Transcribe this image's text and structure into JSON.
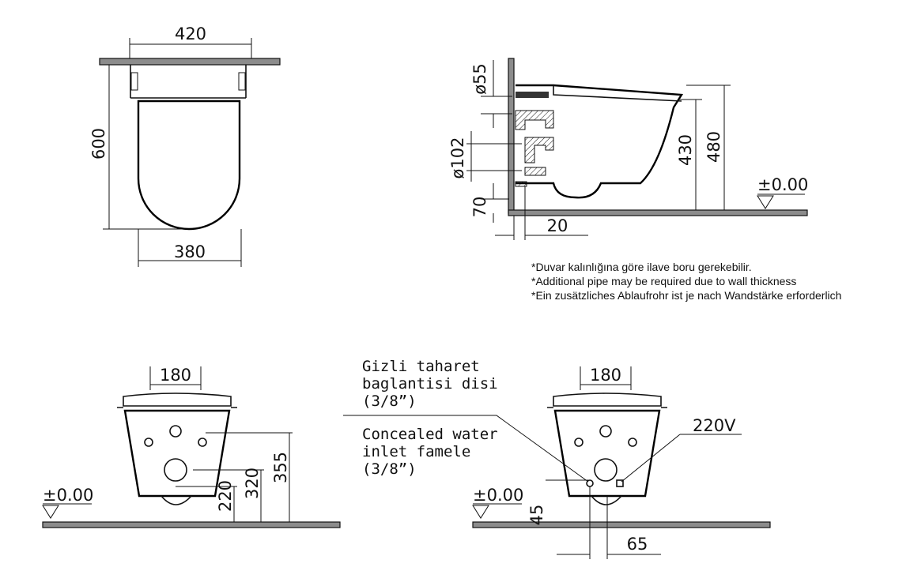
{
  "top_view": {
    "width_top": "420",
    "length": "600",
    "width_bottom": "380"
  },
  "side_view": {
    "pipe_dia": "ø55",
    "outlet_dia": "ø102",
    "offset_bottom": "70",
    "wall_gap": "20",
    "height_outlet": "430",
    "height_seat": "480",
    "level": "±0.00"
  },
  "notes": [
    "*Duvar kalınlığına göre ilave boru gerekebilir.",
    "*Additional pipe may be required due to wall thickness",
    "*Ein zusätzliches Ablaufrohr ist je nach Wandstärke erforderlich"
  ],
  "front_left": {
    "spacing": "180",
    "h1": "220",
    "h2": "320",
    "h3": "355",
    "level": "±0.00"
  },
  "front_right": {
    "spacing": "180",
    "callout_tr": [
      "Gizli taharet",
      "baglantisi disi",
      "(3/8”)"
    ],
    "callout_en": [
      "Concealed water",
      "inlet famele",
      "(3/8”)"
    ],
    "voltage": "220V",
    "h": "45",
    "offset": "65",
    "level": "±0.00"
  }
}
